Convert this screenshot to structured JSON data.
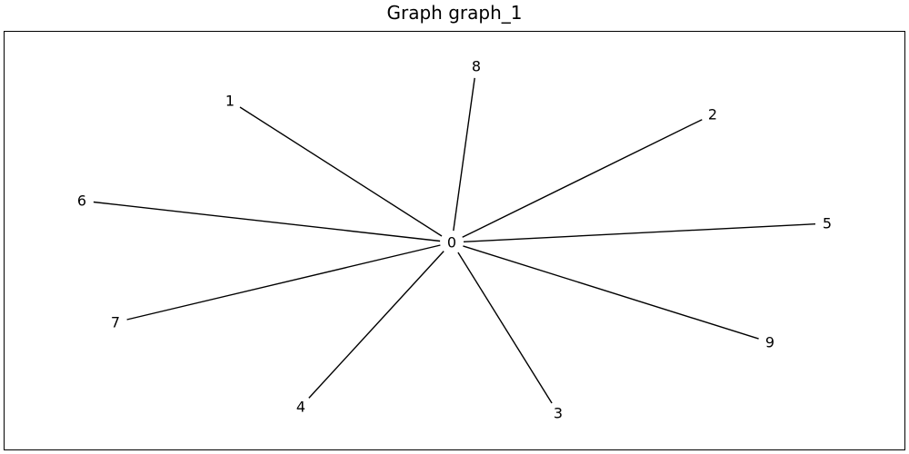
{
  "title": "Graph graph_1",
  "graph": {
    "nodes": [
      {
        "id": "0",
        "label": "0"
      },
      {
        "id": "1",
        "label": "1"
      },
      {
        "id": "2",
        "label": "2"
      },
      {
        "id": "3",
        "label": "3"
      },
      {
        "id": "4",
        "label": "4"
      },
      {
        "id": "5",
        "label": "5"
      },
      {
        "id": "6",
        "label": "6"
      },
      {
        "id": "7",
        "label": "7"
      },
      {
        "id": "8",
        "label": "8"
      },
      {
        "id": "9",
        "label": "9"
      }
    ],
    "edges": [
      {
        "source": "0",
        "target": "1"
      },
      {
        "source": "0",
        "target": "2"
      },
      {
        "source": "0",
        "target": "3"
      },
      {
        "source": "0",
        "target": "4"
      },
      {
        "source": "0",
        "target": "5"
      },
      {
        "source": "0",
        "target": "6"
      },
      {
        "source": "0",
        "target": "7"
      },
      {
        "source": "0",
        "target": "8"
      },
      {
        "source": "0",
        "target": "9"
      }
    ]
  }
}
